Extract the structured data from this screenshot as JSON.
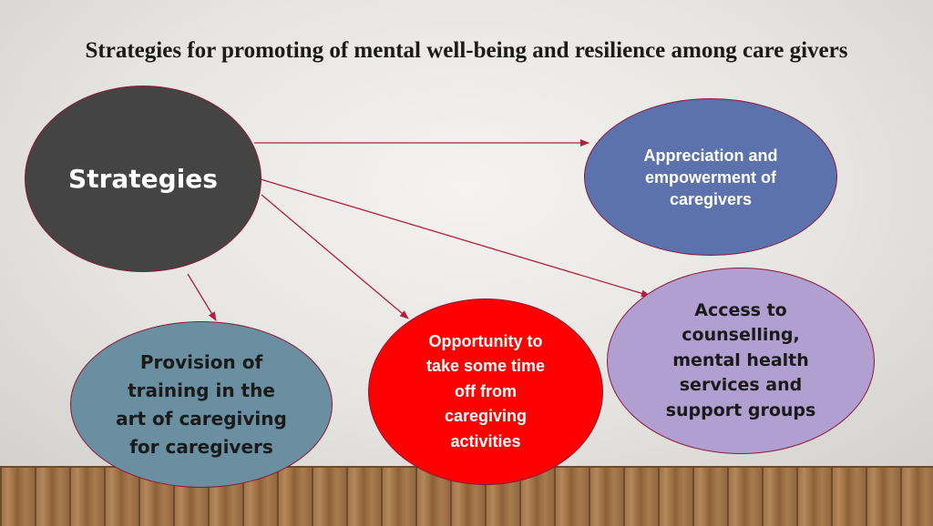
{
  "title": "Strategies for promoting of mental well-being and resilience among care givers",
  "diagram": {
    "center": "Strategies",
    "nodes": {
      "appreciation": "Appreciation and empowerment of caregivers",
      "access": "Access to counselling, mental health services and support groups",
      "opportunity": "Opportunity to take some time off from caregiving activities",
      "training": "Provision of training in the art of caregiving for caregivers"
    },
    "colors": {
      "center": "#444444",
      "appreciation": "#5b72ad",
      "access": "#b09fd0",
      "opportunity": "#ff0000",
      "training": "#6a8fa0",
      "arrow": "#b0203e"
    }
  }
}
